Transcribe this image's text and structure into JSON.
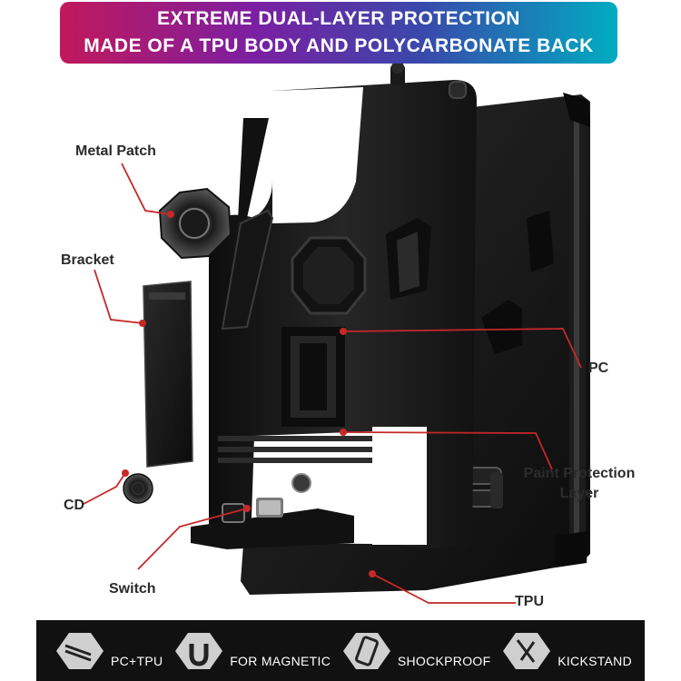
{
  "banner": {
    "line1": "EXTREME DUAL-LAYER PROTECTION",
    "line2": "MADE OF A TPU BODY AND POLYCARBONATE BACK"
  },
  "callouts": {
    "metal_patch": "Metal Patch",
    "bracket": "Bracket",
    "cd": "CD",
    "switch": "Switch",
    "pc": "PC",
    "paint_protection_line1": "Paint Protection",
    "paint_protection_line2": "Layer",
    "tpu": "TPU"
  },
  "features": [
    {
      "icon": "pc-tpu-icon",
      "label": "PC+TPU"
    },
    {
      "icon": "magnet-icon",
      "label": "FOR MAGNETIC"
    },
    {
      "icon": "shockproof-icon",
      "label": "SHOCKPROOF"
    },
    {
      "icon": "kickstand-icon",
      "label": "KICKSTAND"
    }
  ],
  "colors": {
    "banner_start": "#c2185b",
    "banner_end": "#00acc1",
    "leader_line": "#c62828",
    "feature_bar": "#111111",
    "case_body": "#1a1a1a"
  }
}
